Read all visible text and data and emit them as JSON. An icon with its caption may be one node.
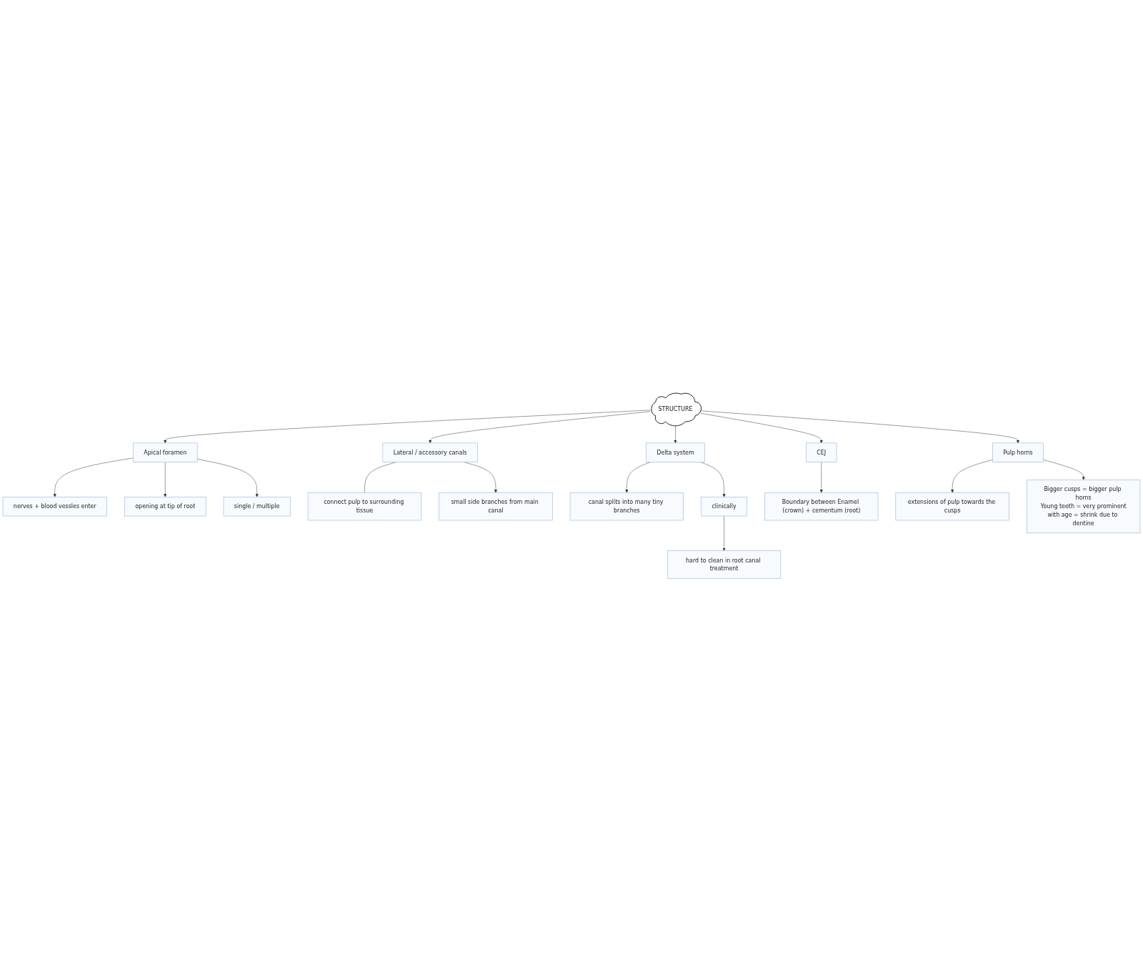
{
  "diagram": {
    "nodes": [
      {
        "text": [
          "nerves + blood vessles enter"
        ]
      },
      {
        "text": [
          "opening at tip of root"
        ]
      },
      {
        "text": [
          "Apical foramen"
        ]
      },
      {
        "text": [
          "single / multiple"
        ]
      },
      {
        "text": [
          "connect pulp to surrounding tissue"
        ]
      },
      {
        "text": [
          "Lateral / accessory canals"
        ]
      },
      {
        "text": [
          "small side branches from main canal"
        ]
      },
      {
        "text": [
          "STRUCTURE"
        ]
      },
      {
        "text": [
          "Delta system"
        ]
      },
      {
        "text": [
          "canal splits into many tiny branches"
        ]
      },
      {
        "text": [
          "CEJ"
        ]
      },
      {
        "text": [
          "clinically"
        ]
      },
      {
        "text": [
          "hard to clean in root canal treatment"
        ]
      },
      {
        "text": [
          "Boundary between Enamel (crown) + cementum (root)"
        ]
      },
      {
        "text": [
          "Pulp horns"
        ]
      },
      {
        "text": [
          "extensions of pulp towards the cusps"
        ]
      },
      {
        "text": [
          "Bigger cusps = bigger pulp horns",
          "Young teeth = very prominent",
          "with age = shrink due to dentine"
        ]
      }
    ],
    "edges": [
      {
        "from": 7,
        "to": 2,
        "arrow": "to"
      },
      {
        "from": 2,
        "to": 0,
        "arrow": "to"
      },
      {
        "from": 2,
        "to": 1,
        "arrow": "to"
      },
      {
        "from": 2,
        "to": 3,
        "arrow": "to"
      },
      {
        "from": 7,
        "to": 5,
        "arrow": "to"
      },
      {
        "from": 5,
        "to": 4,
        "arrow": "none"
      },
      {
        "from": 5,
        "to": 6,
        "arrow": "to"
      },
      {
        "from": 7,
        "to": 8,
        "arrow": "to"
      },
      {
        "from": 8,
        "to": 9,
        "arrow": "to"
      },
      {
        "from": 8,
        "to": 11,
        "arrow": "to"
      },
      {
        "from": 11,
        "to": 12,
        "arrow": "to"
      },
      {
        "from": 7,
        "to": 10,
        "arrow": "to"
      },
      {
        "from": 10,
        "to": 13,
        "arrow": "to"
      },
      {
        "from": 7,
        "to": 14,
        "arrow": "to"
      },
      {
        "from": 14,
        "to": 15,
        "arrow": "to"
      },
      {
        "from": 14,
        "to": 16,
        "arrow": "to"
      }
    ]
  }
}
